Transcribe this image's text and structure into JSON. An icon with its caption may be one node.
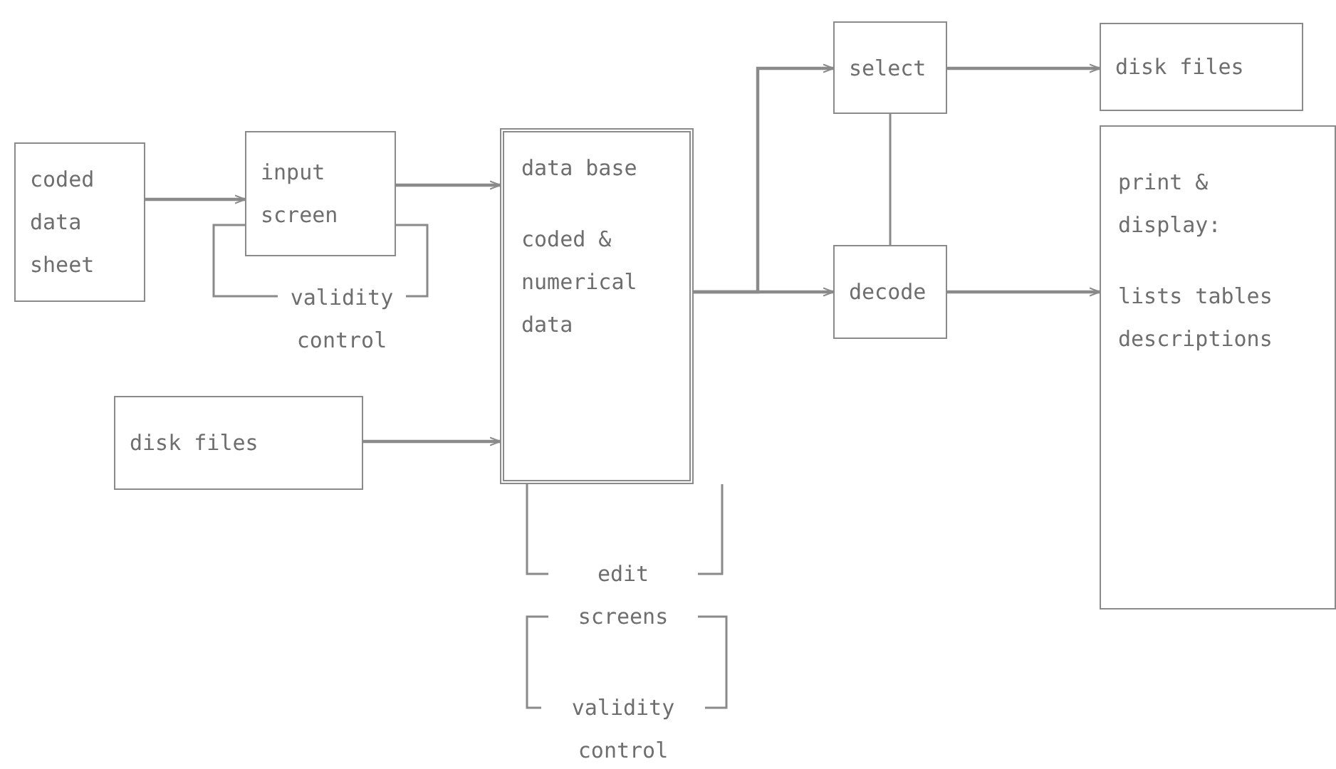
{
  "diagram": {
    "nodes": [
      {
        "text": [
          "coded data sheet"
        ]
      },
      {
        "text": [
          "input screen"
        ]
      },
      {
        "text": [
          "validity control"
        ]
      },
      {
        "text": [
          "disk files"
        ]
      },
      {
        "text": [
          "data base",
          "coded & numerical data"
        ]
      },
      {
        "text": [
          "edit screens"
        ]
      },
      {
        "text": [
          "validity control"
        ]
      },
      {
        "text": [
          "select"
        ]
      },
      {
        "text": [
          "disk files"
        ]
      },
      {
        "text": [
          "decode"
        ]
      },
      {
        "text": [
          "print & display:",
          "lists tables descriptions"
        ]
      }
    ],
    "edges": [
      {
        "from": 0,
        "to": 1,
        "arrow": "to"
      },
      {
        "from": 1,
        "to": 4,
        "arrow": "to"
      },
      {
        "from": 1,
        "to": 2,
        "arrow": "none"
      },
      {
        "from": 2,
        "to": 1,
        "arrow": "none"
      },
      {
        "from": 3,
        "to": 4,
        "arrow": "to"
      },
      {
        "from": 4,
        "to": 5,
        "arrow": "none"
      },
      {
        "from": 4,
        "to": 5,
        "arrow": "none"
      },
      {
        "from": 5,
        "to": 6,
        "arrow": "none"
      },
      {
        "from": 5,
        "to": 6,
        "arrow": "none"
      },
      {
        "from": 4,
        "to": 7,
        "arrow": "to"
      },
      {
        "from": 4,
        "to": 9,
        "arrow": "to"
      },
      {
        "from": 7,
        "to": 8,
        "arrow": "to"
      },
      {
        "from": 9,
        "to": 10,
        "arrow": "to"
      },
      {
        "from": 7,
        "to": 9,
        "arrow": "none"
      }
    ]
  }
}
